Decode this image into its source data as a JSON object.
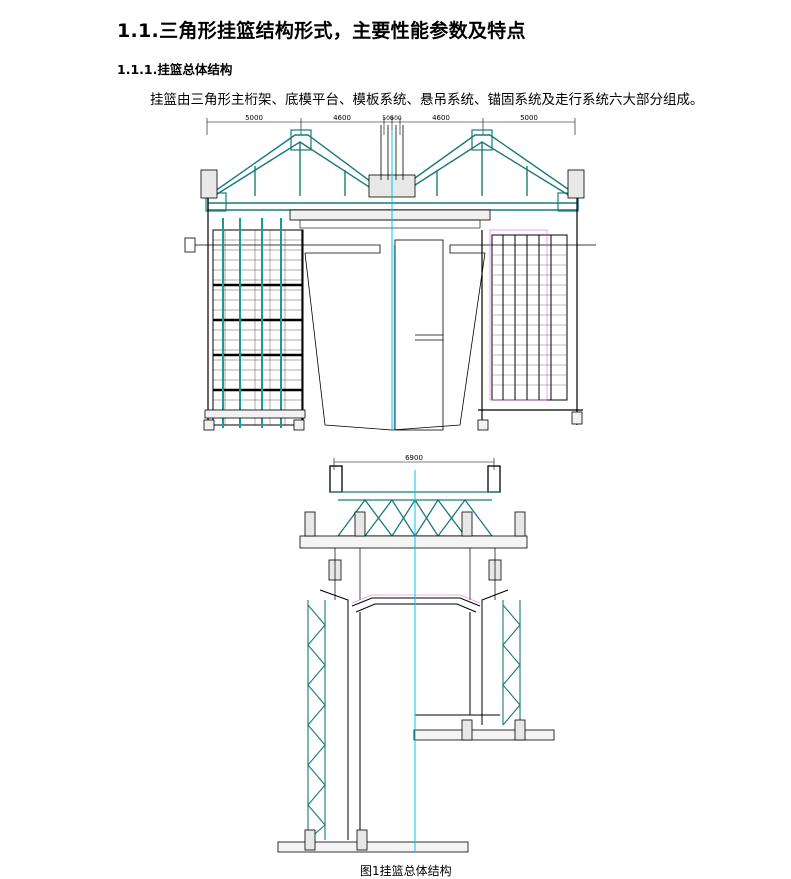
{
  "heading": "1.1.三角形挂篮结构形式，主要性能参数及特点",
  "subheading": "1.1.1.挂篮总体结构",
  "paragraph": "挂篮由三角形主桁架、底模平台、模板系统、悬吊系统、锚固系统及走行系统六大部分组成。",
  "caption": "图1挂篮总体结构",
  "drawing1": {
    "dimensions": [
      "5000",
      "4600",
      "500",
      "500",
      "4600",
      "5000"
    ]
  },
  "drawing2": {
    "dimension": "6900"
  },
  "colors": {
    "structure": "#1a7a7a",
    "centerline": "#00c8e8",
    "outline": "#000000",
    "guide": "#e060e0"
  }
}
